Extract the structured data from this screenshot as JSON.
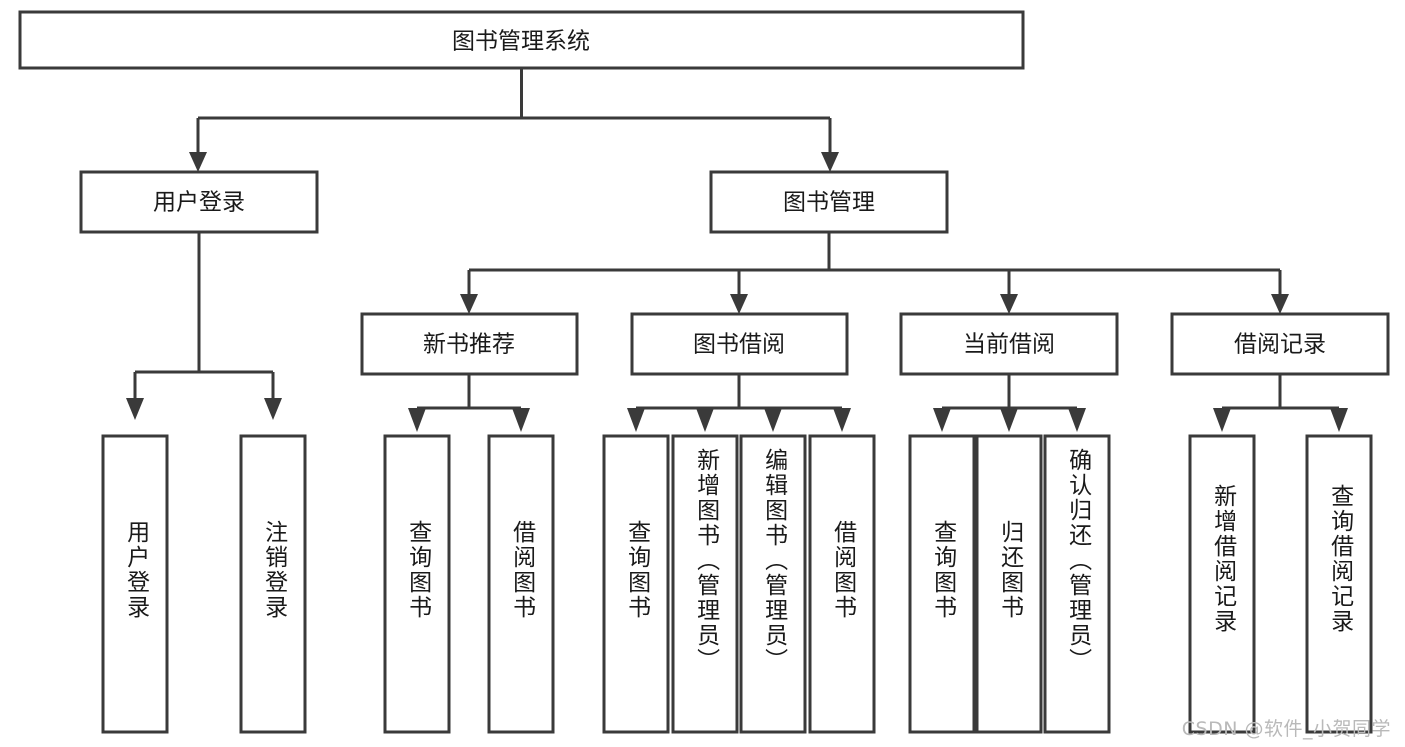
{
  "diagram": {
    "type": "hierarchy-tree",
    "title": "图书管理系统",
    "watermark": "CSDN @软件_小贺同学",
    "colors": {
      "stroke": "#3a3a3a",
      "fill": "#ffffff",
      "text": "#1a1a1a",
      "watermark": "#b9b9b9",
      "background": "#ffffff"
    },
    "levels": {
      "root": {
        "label": "图书管理系统"
      },
      "level2": [
        {
          "label": "用户登录"
        },
        {
          "label": "图书管理"
        }
      ],
      "level3": [
        {
          "label": "新书推荐"
        },
        {
          "label": "图书借阅"
        },
        {
          "label": "当前借阅"
        },
        {
          "label": "借阅记录"
        }
      ],
      "leaves": {
        "user_login": [
          {
            "label": "用户登录"
          },
          {
            "label": "注销登录"
          }
        ],
        "new_book_recommend": [
          {
            "label": "查询图书"
          },
          {
            "label": "借阅图书"
          }
        ],
        "book_borrow": [
          {
            "label": "查询图书"
          },
          {
            "label": "新增图书（管理员）"
          },
          {
            "label": "编辑图书（管理员）"
          },
          {
            "label": "借阅图书"
          }
        ],
        "current_borrow": [
          {
            "label": "查询图书"
          },
          {
            "label": "归还图书"
          },
          {
            "label": "确认归还（管理员）"
          }
        ],
        "borrow_record": [
          {
            "label": "新增借阅记录"
          },
          {
            "label": "查询借阅记录"
          }
        ]
      }
    }
  }
}
